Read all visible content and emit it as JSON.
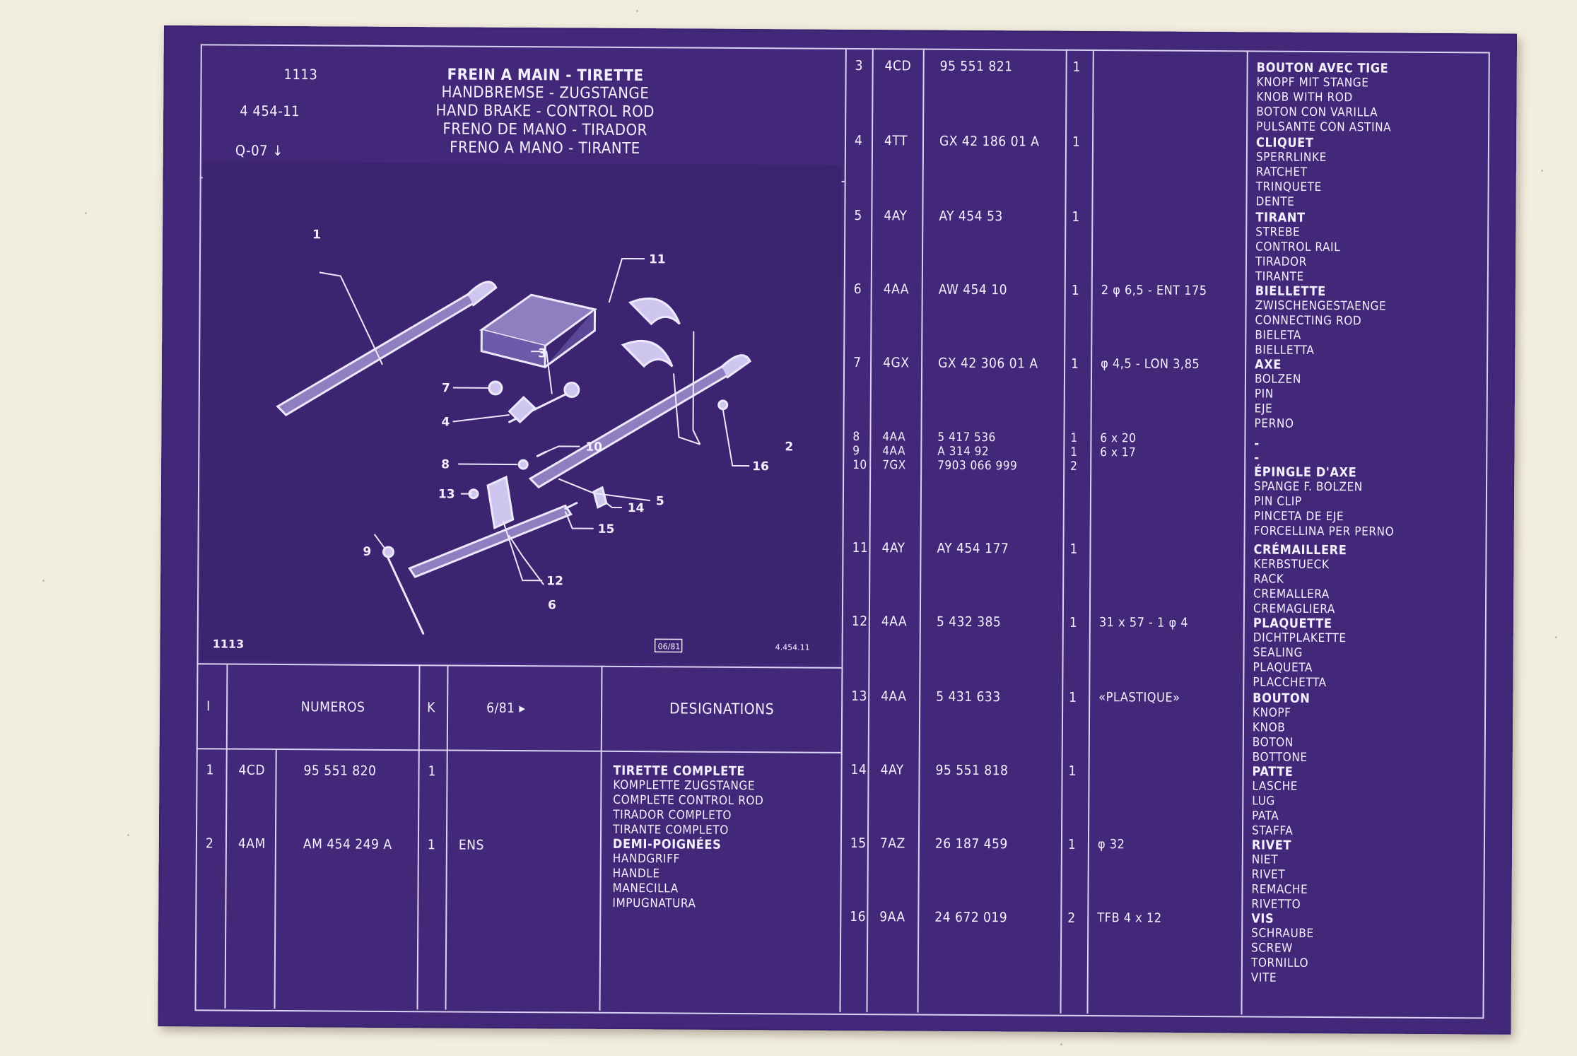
{
  "header": {
    "group": "1113",
    "ref": "4 454-11",
    "code": "Q-07",
    "arrow": "↓",
    "titles": [
      "FREIN A MAIN - TIRETTE",
      "HANDBREMSE - ZUGSTANGE",
      "HAND BRAKE - CONTROL ROD",
      "FRENO DE MANO - TIRADOR",
      "FRENO A MANO - TIRANTE"
    ]
  },
  "diagram": {
    "footer_left": "1113",
    "footer_date": "06/81",
    "footer_right": "4.454.11",
    "callouts": [
      "1",
      "2",
      "3",
      "4",
      "5",
      "6",
      "7",
      "8",
      "9",
      "10",
      "11",
      "12",
      "13",
      "14",
      "15",
      "16"
    ]
  },
  "columns": {
    "i": "I",
    "numeros": "NUMEROS",
    "k": "K",
    "date": "6/81 ▸",
    "designations": "DESIGNATIONS"
  },
  "left_rows": [
    {
      "i": "1",
      "code": "4CD",
      "number": "95  551  820",
      "k": "1",
      "note": "",
      "desc": [
        "TIRETTE COMPLETE",
        "KOMPLETTE ZUGSTANGE",
        "COMPLETE CONTROL ROD",
        "TIRADOR COMPLETO",
        "TIRANTE COMPLETO"
      ]
    },
    {
      "i": "2",
      "code": "4AM",
      "number": "AM  454  249  A",
      "k": "1",
      "note": "ENS",
      "desc": [
        "DEMI-POIGNÉES",
        "HANDGRIFF",
        "HANDLE",
        "MANECILLA",
        "IMPUGNATURA"
      ]
    }
  ],
  "right_rows": [
    {
      "i": "3",
      "code": "4CD",
      "number": "95  551  821",
      "k": "1",
      "note": "",
      "desc": [
        "BOUTON AVEC TIGE",
        "KNOPF MIT STANGE",
        "KNOB WITH ROD",
        "BOTON CON VARILLA",
        "PULSANTE CON ASTINA"
      ]
    },
    {
      "i": "4",
      "code": "4TT",
      "number": "GX  42  186  01  A",
      "k": "1",
      "note": "",
      "desc": [
        "CLIQUET",
        "SPERRLINKE",
        "RATCHET",
        "TRINQUETE",
        "DENTE"
      ]
    },
    {
      "i": "5",
      "code": "4AY",
      "number": "AY  454     53",
      "k": "1",
      "note": "",
      "desc": [
        "TIRANT",
        "STREBE",
        "CONTROL RAIL",
        "TIRADOR",
        "TIRANTE"
      ]
    },
    {
      "i": "6",
      "code": "4AA",
      "number": "AW  454    10",
      "k": "1",
      "note": "2 φ 6,5 - ENT 175",
      "desc": [
        "BIELLETTE",
        "ZWISCHENGESTAENGE",
        "CONNECTING ROD",
        "BIELETA",
        "BIELLETTA"
      ]
    },
    {
      "i": "7",
      "code": "4GX",
      "number": "GX  42  306  01  A",
      "k": "1",
      "note": "φ 4,5 - LON 3,85",
      "desc": [
        "AXE",
        "BOLZEN",
        "PIN",
        "EJE",
        "PERNO"
      ]
    },
    {
      "i": "8",
      "code": "4AA",
      "number": "5  417  536",
      "k": "1",
      "note": "6 x 20",
      "desc": [
        "-"
      ]
    },
    {
      "i": "9",
      "code": "4AA",
      "number": "A  314    92",
      "k": "1",
      "note": "6 x 17",
      "desc": [
        "-"
      ]
    },
    {
      "i": "10",
      "code": "7GX",
      "number": "7903  066  999",
      "k": "2",
      "note": "",
      "desc": [
        "ÉPINGLE D'AXE",
        "SPANGE F. BOLZEN",
        "PIN CLIP",
        "PINCETA DE EJE",
        "FORCELLINA PER PERNO"
      ]
    },
    {
      "i": "11",
      "code": "4AY",
      "number": "AY  454  177",
      "k": "1",
      "note": "",
      "desc": [
        "CRÉMAILLERE",
        "KERBSTUECK",
        "RACK",
        "CREMALLERA",
        "CREMAGLIERA"
      ]
    },
    {
      "i": "12",
      "code": "4AA",
      "number": "5  432  385",
      "k": "1",
      "note": "31 x 57 - 1 φ 4",
      "desc": [
        "PLAQUETTE",
        "DICHTPLAKETTE",
        "SEALING",
        "PLAQUETA",
        "PLACCHETTA"
      ]
    },
    {
      "i": "13",
      "code": "4AA",
      "number": "5  431  633",
      "k": "1",
      "note": "«PLASTIQUE»",
      "desc": [
        "BOUTON",
        "KNOPF",
        "KNOB",
        "BOTON",
        "BOTTONE"
      ]
    },
    {
      "i": "14",
      "code": "4AY",
      "number": "95  551  818",
      "k": "1",
      "note": "",
      "desc": [
        "PATTE",
        "LASCHE",
        "LUG",
        "PATA",
        "STAFFA"
      ]
    },
    {
      "i": "15",
      "code": "7AZ",
      "number": "26  187  459",
      "k": "1",
      "note": "φ 32",
      "desc": [
        "RIVET",
        "NIET",
        "RIVET",
        "REMACHE",
        "RIVETTO"
      ]
    },
    {
      "i": "16",
      "code": "9AA",
      "number": "24  672  019",
      "k": "2",
      "note": "TFB 4 x 12",
      "desc": [
        "VIS",
        "SCHRAUBE",
        "SCREW",
        "TORNILLO",
        "VITE"
      ]
    }
  ]
}
